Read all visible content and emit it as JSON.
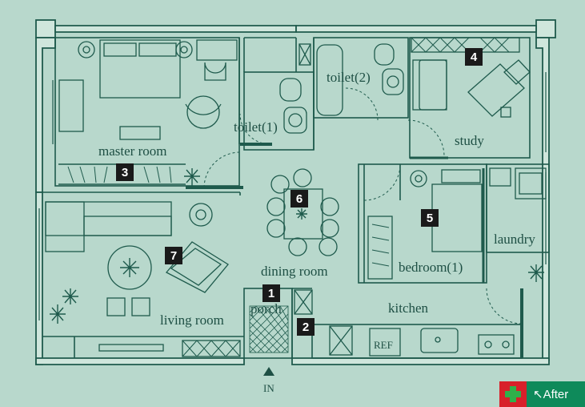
{
  "rooms": {
    "master_room": "master room",
    "toilet1": "toilet(1)",
    "toilet2": "toilet(2)",
    "study": "study",
    "laundry": "laundry",
    "bedroom1": "bedroom(1)",
    "dining_room": "dining room",
    "living_room": "living room",
    "porch": "porch",
    "kitchen": "kitchen",
    "ref": "REF"
  },
  "markers": [
    "1",
    "2",
    "3",
    "4",
    "5",
    "6",
    "7"
  ],
  "entrance_label": "IN",
  "corner_badge": {
    "arrow": "↖",
    "label": "After"
  },
  "colors": {
    "background": "#b8d8cc",
    "line": "#1e5a4c",
    "wall_fill": "#cfe6dc"
  }
}
